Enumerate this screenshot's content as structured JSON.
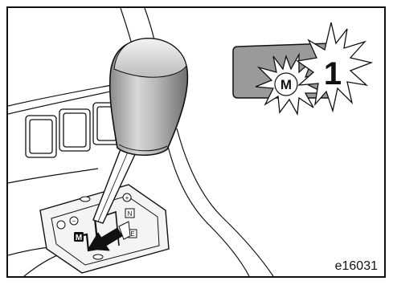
{
  "figure": {
    "code": "e16031",
    "gate_labels": {
      "manual": "M",
      "neutral": "N",
      "e": "E",
      "minus": "−",
      "plus": "+"
    },
    "display": {
      "mode_letter": "M",
      "gear_digit": "1"
    },
    "colors": {
      "line": "#111111",
      "display_panel": "#9a9a9a",
      "knob_light": "#e6e6e6",
      "knob_dark": "#7f7f7f"
    },
    "icons": [
      "gear-shift-knob",
      "shift-gate",
      "arrow-icon",
      "starburst-icon"
    ]
  }
}
